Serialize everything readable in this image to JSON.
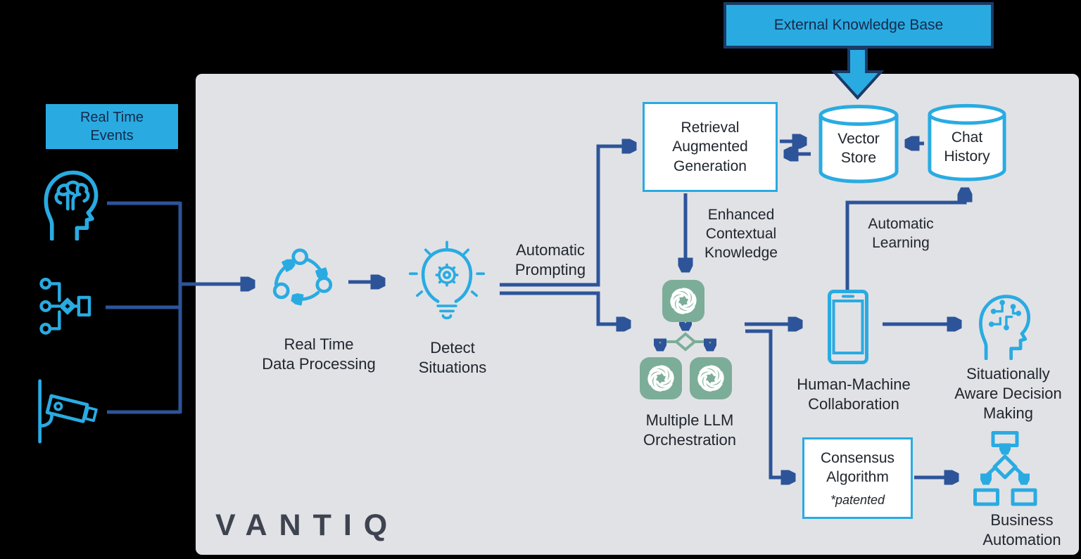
{
  "palette": {
    "accent_blue": "#29ABE2",
    "navy": "#2D5499",
    "dark_navy": "#1B3A66",
    "sage_green": "#7CAD98",
    "panel_gray": "#E1E2E6",
    "text_dark": "#20262E",
    "box_text_navy": "#16294A",
    "logo_gray": "#3E4350"
  },
  "external_knowledge_base": {
    "label": "External Knowledge Base"
  },
  "left_inputs": {
    "title": "Real Time\nEvents",
    "icons": [
      "human-mind-icon",
      "iot-devices-icon",
      "security-camera-icon"
    ]
  },
  "pipeline": {
    "real_time_data_processing": "Real Time\nData Processing",
    "detect_situations": "Detect\nSituations",
    "automatic_prompting": "Automatic\nPrompting",
    "retrieval_augmented_generation": "Retrieval\nAugmented\nGeneration",
    "vector_store": "Vector\nStore",
    "chat_history": "Chat\nHistory",
    "enhanced_contextual_knowledge": "Enhanced\nContextual\nKnowledge",
    "automatic_learning": "Automatic\nLearning",
    "multiple_llm_orchestration": "Multiple LLM\nOrchestration",
    "human_machine_collaboration": "Human-Machine\nCollaboration",
    "situationally_aware_decision_making": "Situationally\nAware Decision\nMaking",
    "consensus_algorithm": {
      "label": "Consensus\nAlgorithm",
      "note": "*patented"
    },
    "business_automation": "Business\nAutomation"
  },
  "logo": {
    "text": "VANTIQ"
  }
}
